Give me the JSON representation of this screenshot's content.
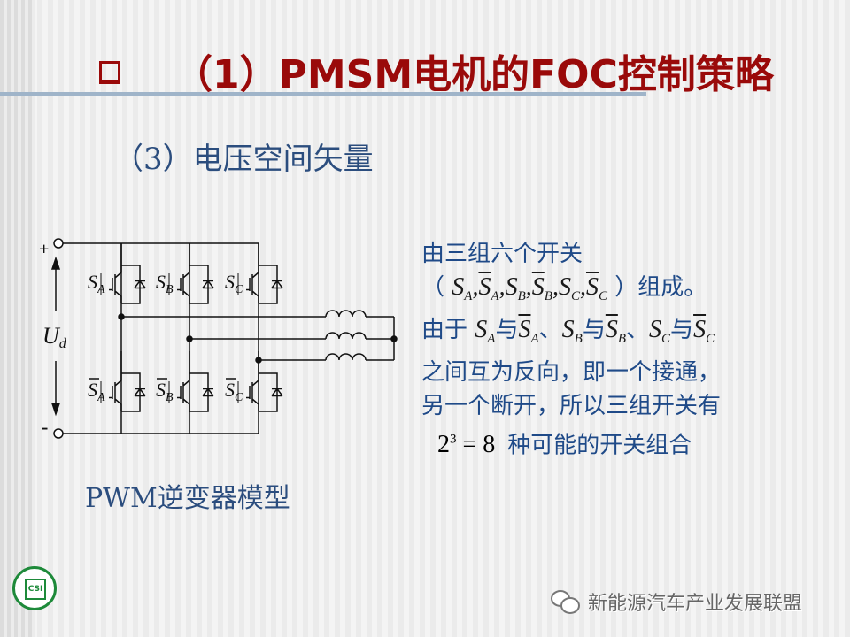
{
  "title": {
    "bullet_icon": "square-bullet-icon",
    "text": "（1）PMSM电机的FOC控制策略"
  },
  "subtitle": "（3）电压空间矢量",
  "circuit": {
    "plus": "+",
    "minus": "-",
    "voltage": {
      "main": "U",
      "sub": "d"
    },
    "upper": [
      {
        "main": "S",
        "sub": "A"
      },
      {
        "main": "S",
        "sub": "B"
      },
      {
        "main": "S",
        "sub": "C"
      }
    ],
    "lower": [
      {
        "main": "S",
        "sub": "A"
      },
      {
        "main": "S",
        "sub": "B"
      },
      {
        "main": "S",
        "sub": "C"
      }
    ]
  },
  "desc": {
    "l1": "由三组六个开关",
    "l2_open": "（",
    "l2_close": "）组成。",
    "l3_a": "由于",
    "l3_with": "与",
    "l3_sep": "、",
    "l4": "之间互为反向，即一个接通，",
    "l5": "另一个断开，所以三组开关有",
    "eq_base": "2",
    "eq_exp": "3",
    "eq_rest": "= 8",
    "l6": "种可能的开关组合",
    "S": "S",
    "A": "A",
    "B": "B",
    "C": "C"
  },
  "caption": "PWM逆变器模型",
  "logo": "CSI",
  "watermark": "新能源汽车产业发展联盟",
  "colors": {
    "title": "#9a0a0a",
    "text": "#1f4a88",
    "rule": "#9fb4c9"
  }
}
